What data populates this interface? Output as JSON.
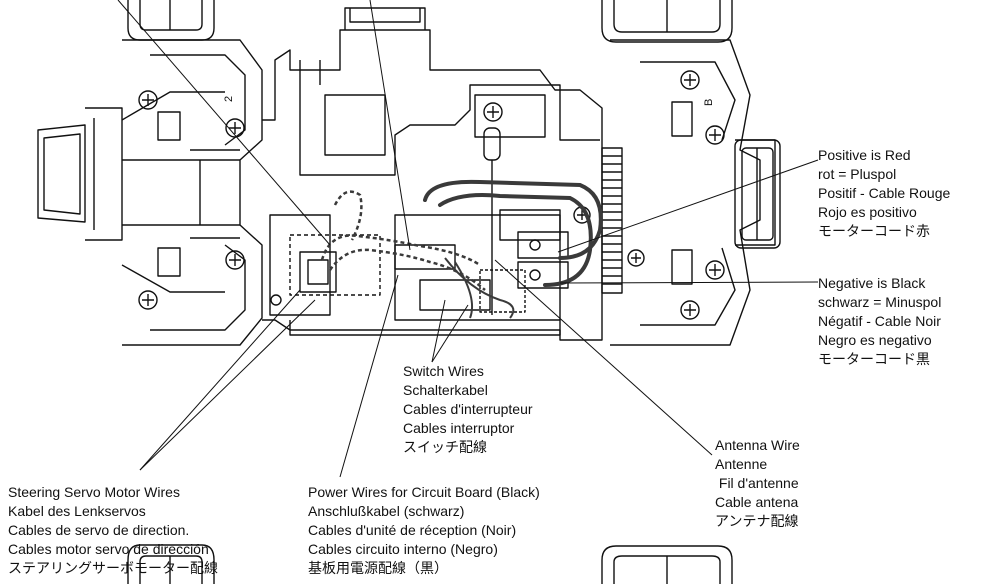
{
  "labels": {
    "positive_wire": [
      "Positive is Red",
      "rot = Pluspol",
      "Positif - Cable Rouge",
      "Rojo es positivo",
      "モーターコード赤"
    ],
    "negative_wire": [
      "Negative is Black",
      "schwarz = Minuspol",
      "Négatif - Cable Noir",
      "Negro es negativo",
      "モーターコード黒"
    ],
    "switch_wires": [
      "Switch Wires",
      "Schalterkabel",
      "Cables d'interrupteur",
      "Cables interruptor",
      "スイッチ配線"
    ],
    "antenna_wire": [
      "Antenna Wire",
      "Antenne",
      " Fil d'antenne",
      "Cable antena",
      "アンテナ配線"
    ],
    "steering_servo_wires": [
      "Steering Servo Motor Wires",
      "Kabel des Lenkservos",
      "Cables de servo de direction.",
      "Cables motor servo de dirección",
      "ステアリングサーボモーター配線"
    ],
    "power_wires": [
      "Power Wires for Circuit Board (Black)",
      "Anschlußkabel (schwarz)",
      "Cables d'unité de réception (Noir)",
      "Cables circuito interno (Negro)",
      "基板用電源配線（黒）"
    ]
  },
  "colors": {
    "line": "#111111",
    "wire": "#3a3a3a",
    "background": "#ffffff"
  }
}
